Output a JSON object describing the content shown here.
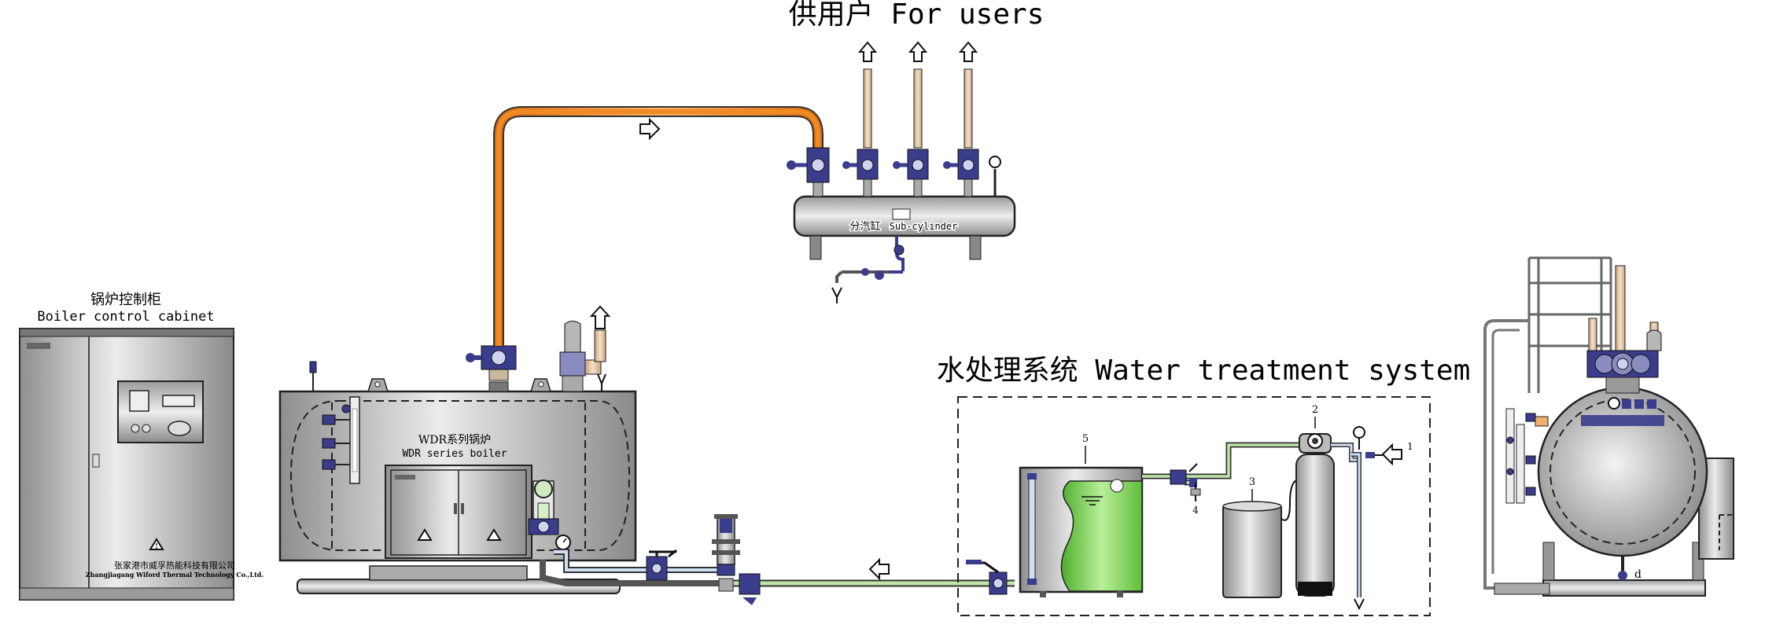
{
  "labels": {
    "users": "供用户 For users",
    "cabinet_cn": "锅炉控制柜",
    "cabinet_en": "Boiler control cabinet",
    "water_treatment": "水处理系统 Water treatment system",
    "boiler_cn": "WDR系列锅炉",
    "boiler_en": "WDR series boiler",
    "sub_cylinder_cn": "分汽缸",
    "sub_cylinder_en": "Sub-cylinder",
    "company_cn": "张家港市威孚热能科技有限公司",
    "company_en": "Zhangjiagang Wiford Thermal Technology Co.,Ltd."
  },
  "numbers": {
    "n1": "1",
    "n2": "2",
    "n3": "3",
    "n4": "4",
    "n5": "5"
  },
  "colors": {
    "steam_pipe": "#f08a24",
    "water_pipe": "#bfe6a8",
    "valve": "#3a3c8c",
    "vessel": "#b9b9b9",
    "resin_green": "#7fd35a",
    "outline": "#111111"
  }
}
